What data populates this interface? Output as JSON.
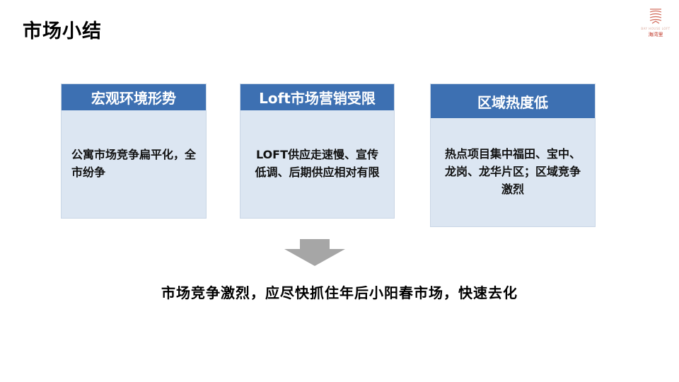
{
  "title": "市场小结",
  "logo": {
    "subtitle": "BAY HOUSE LOFT",
    "name": "海湾里"
  },
  "cards": [
    {
      "header": "宏观环境形势",
      "body": "公寓市场竞争扁平化，全市纷争"
    },
    {
      "header": "Loft市场营销受限",
      "body": "LOFT供应走速慢、宣传低调、后期供应相对有限"
    },
    {
      "header": "区域热度低",
      "body": "热点项目集中福田、宝中、龙岗、龙华片区；区域竞争激烈"
    }
  ],
  "conclusion": "市场竞争激烈，应尽快抓住年后小阳春市场，快速去化",
  "colors": {
    "header_bg": "#3d70b2",
    "card_bg": "#dce6f2",
    "arrow": "#a6a6a6",
    "logo": "#c0392b"
  }
}
